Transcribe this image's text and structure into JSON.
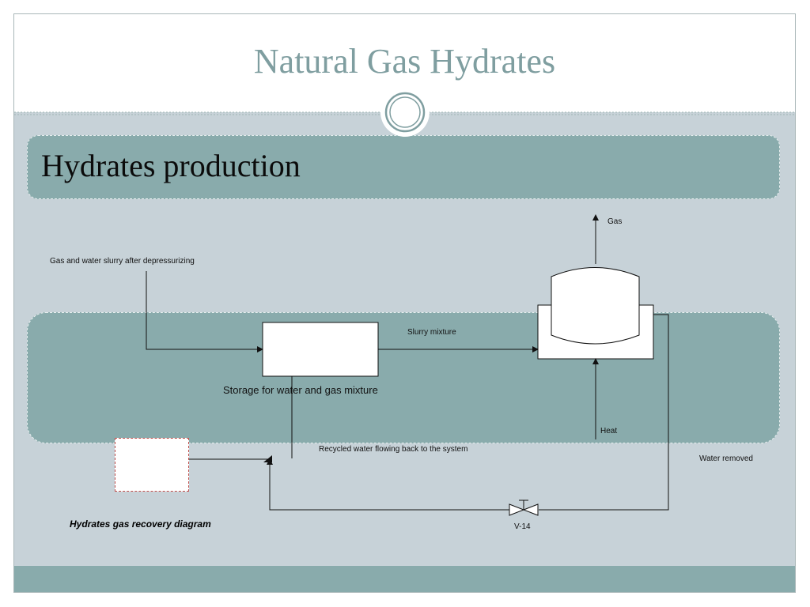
{
  "slide": {
    "title": "Natural Gas Hydrates",
    "section_heading": "Hydrates production"
  },
  "diagram": {
    "labels": {
      "gas": "Gas",
      "inlet": "Gas and water slurry after depressurizing",
      "slurry_mixture": "Slurry mixture",
      "storage": "Storage for water and gas mixture",
      "heat": "Heat",
      "recycled": "Recycled water flowing back to the system",
      "water_removed": "Water removed",
      "valve": "V-14"
    },
    "caption": "Hydrates gas recovery diagram"
  },
  "colors": {
    "title": "#7f9ea0",
    "band": "#89abac",
    "background": "#c7d2d8",
    "red_box_border": "#c0504d"
  }
}
